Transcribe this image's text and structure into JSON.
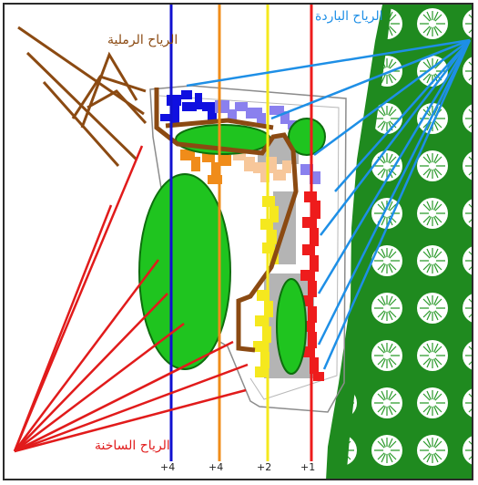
{
  "labels": {
    "sand_winds": "الرياح الرملية",
    "cold_winds": "الرياح الباردة",
    "hot_winds": "الرياح الساخنة"
  },
  "floors": [
    "+4",
    "+4",
    "+2",
    "+1"
  ],
  "colors": {
    "sand_winds": "#8b4a12",
    "cold_winds": "#1e8fe6",
    "hot_winds": "#e11b1b",
    "forest": "#1f8a1f",
    "green_space": "#1fc41f",
    "building_4_blue": "#1010e0",
    "building_4_lavender": "#8a80ee",
    "building_4_orange": "#f08c1a",
    "building_peach": "#f7c79a",
    "building_2_yellow": "#f5e81e",
    "building_1_red": "#ee1c1c",
    "path": "#8b4a12"
  }
}
